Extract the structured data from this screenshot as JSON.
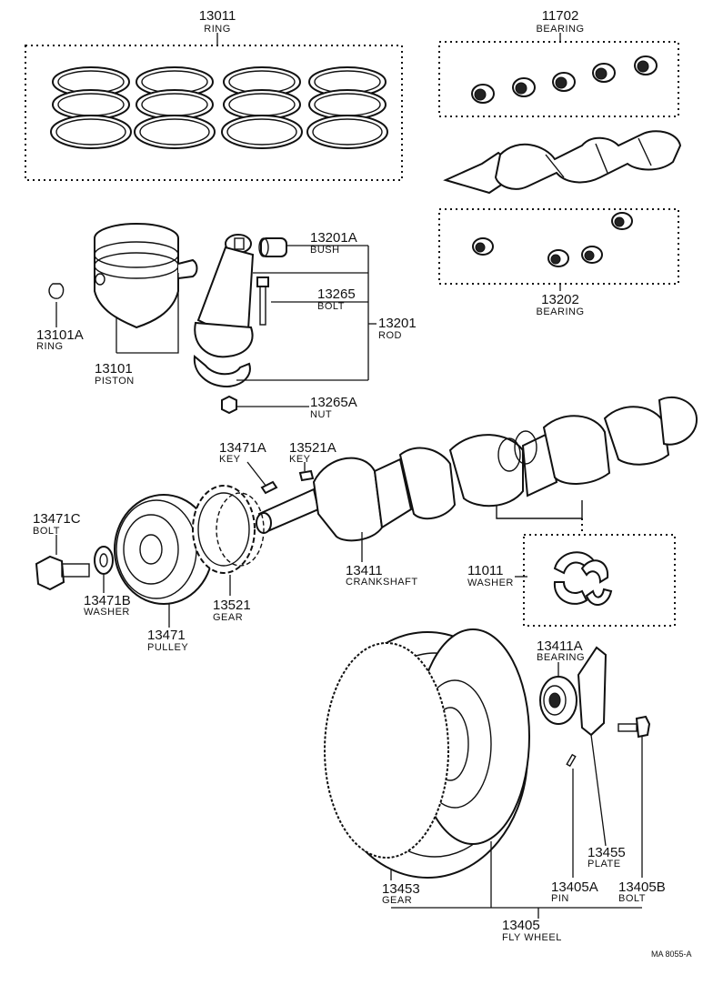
{
  "diagram_title": "",
  "footer_ref": "MA 8055-A",
  "parts": {
    "p13011": {
      "number": "13011",
      "name": "RING"
    },
    "p11702": {
      "number": "11702",
      "name": "BEARING"
    },
    "p13202": {
      "number": "13202",
      "name": "BEARING"
    },
    "p13201A": {
      "number": "13201A",
      "name": "BUSH"
    },
    "p13265": {
      "number": "13265",
      "name": "BOLT"
    },
    "p13201": {
      "number": "13201",
      "name": "ROD"
    },
    "p13265A": {
      "number": "13265A",
      "name": "NUT"
    },
    "p13101A": {
      "number": "13101A",
      "name": "RING"
    },
    "p13101": {
      "number": "13101",
      "name": "PISTON"
    },
    "p13471A": {
      "number": "13471A",
      "name": "KEY"
    },
    "p13521A": {
      "number": "13521A",
      "name": "KEY"
    },
    "p13471C": {
      "number": "13471C",
      "name": "BOLT"
    },
    "p13471B": {
      "number": "13471B",
      "name": "WASHER"
    },
    "p13471": {
      "number": "13471",
      "name": "PULLEY"
    },
    "p13521": {
      "number": "13521",
      "name": "GEAR"
    },
    "p13411": {
      "number": "13411",
      "name": "CRANKSHAFT"
    },
    "p11011": {
      "number": "11011",
      "name": "WASHER"
    },
    "p13411A": {
      "number": "13411A",
      "name": "BEARING"
    },
    "p13455": {
      "number": "13455",
      "name": "PLATE"
    },
    "p13453": {
      "number": "13453",
      "name": "GEAR"
    },
    "p13405A": {
      "number": "13405A",
      "name": "PIN"
    },
    "p13405B": {
      "number": "13405B",
      "name": "BOLT"
    },
    "p13405": {
      "number": "13405",
      "name": "FLY WHEEL"
    }
  }
}
